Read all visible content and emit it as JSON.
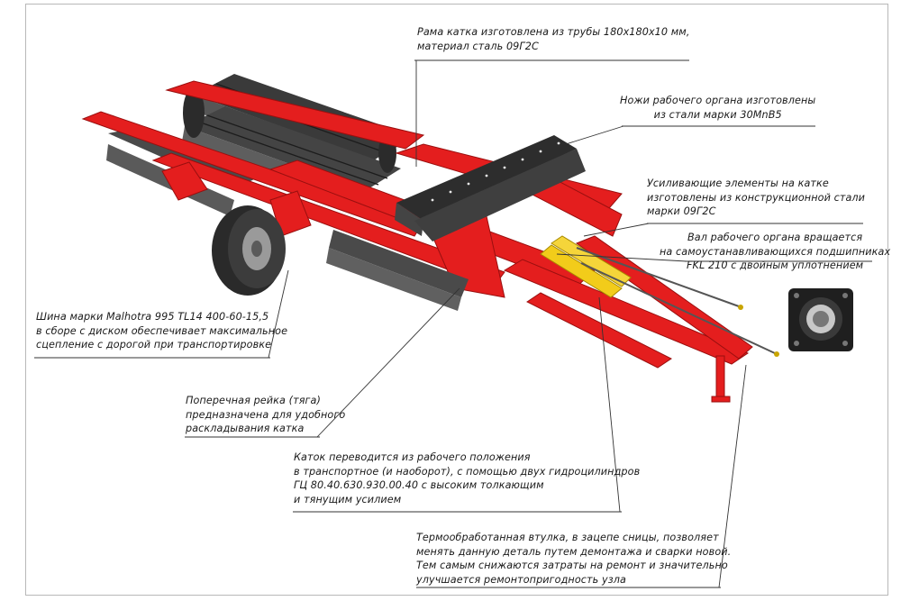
{
  "colors": {
    "frame_red": "#e41e1e",
    "roller_dark": "#3a3a3a",
    "hydraulic_yellow": "#f2cc1a",
    "leader_line": "#333333"
  },
  "annotations": {
    "frame": {
      "lines": [
        "Рама катка изготовлена из трубы 180х180х10 мм,",
        "материал сталь 09Г2С"
      ]
    },
    "knives": {
      "lines": [
        "Ножи рабочего органа изготовлены",
        "из стали марки 30MnB5"
      ]
    },
    "reinforcement": {
      "lines": [
        "Усиливающие элементы на катке",
        "изготовлены из конструкционной стали",
        "марки 09Г2С"
      ]
    },
    "shaft": {
      "lines": [
        "Вал рабочего органа вращается",
        "на самоустанавливающихся подшипниках",
        "FKL 210 с двойным уплотнением"
      ]
    },
    "tire": {
      "lines": [
        "Шина марки Malhotra 995 TL14 400-60-15,5",
        "в сборе с диском обеспечивает максимальное",
        "сцепление с дорогой при транспортировке"
      ]
    },
    "crossbar": {
      "lines": [
        "Поперечная рейка (тяга)",
        "предназначена для удобного",
        "раскладывания катка"
      ]
    },
    "hydraulics": {
      "lines": [
        "Каток переводится из рабочего положения",
        "в транспортное (и наоборот), с помощью двух гидроцилиндров",
        "ГЦ 80.40.630.930.00.40 с высоким толкающим",
        "и тянущим усилием"
      ]
    },
    "bushing": {
      "lines": [
        "Термообработанная втулка, в зацепе сницы, позволяет",
        "менять данную деталь путем демонтажа и сварки новой.",
        "Тем самым снижаются затраты на ремонт и значительно",
        "улучшается ремонтопригодность узла"
      ]
    }
  }
}
